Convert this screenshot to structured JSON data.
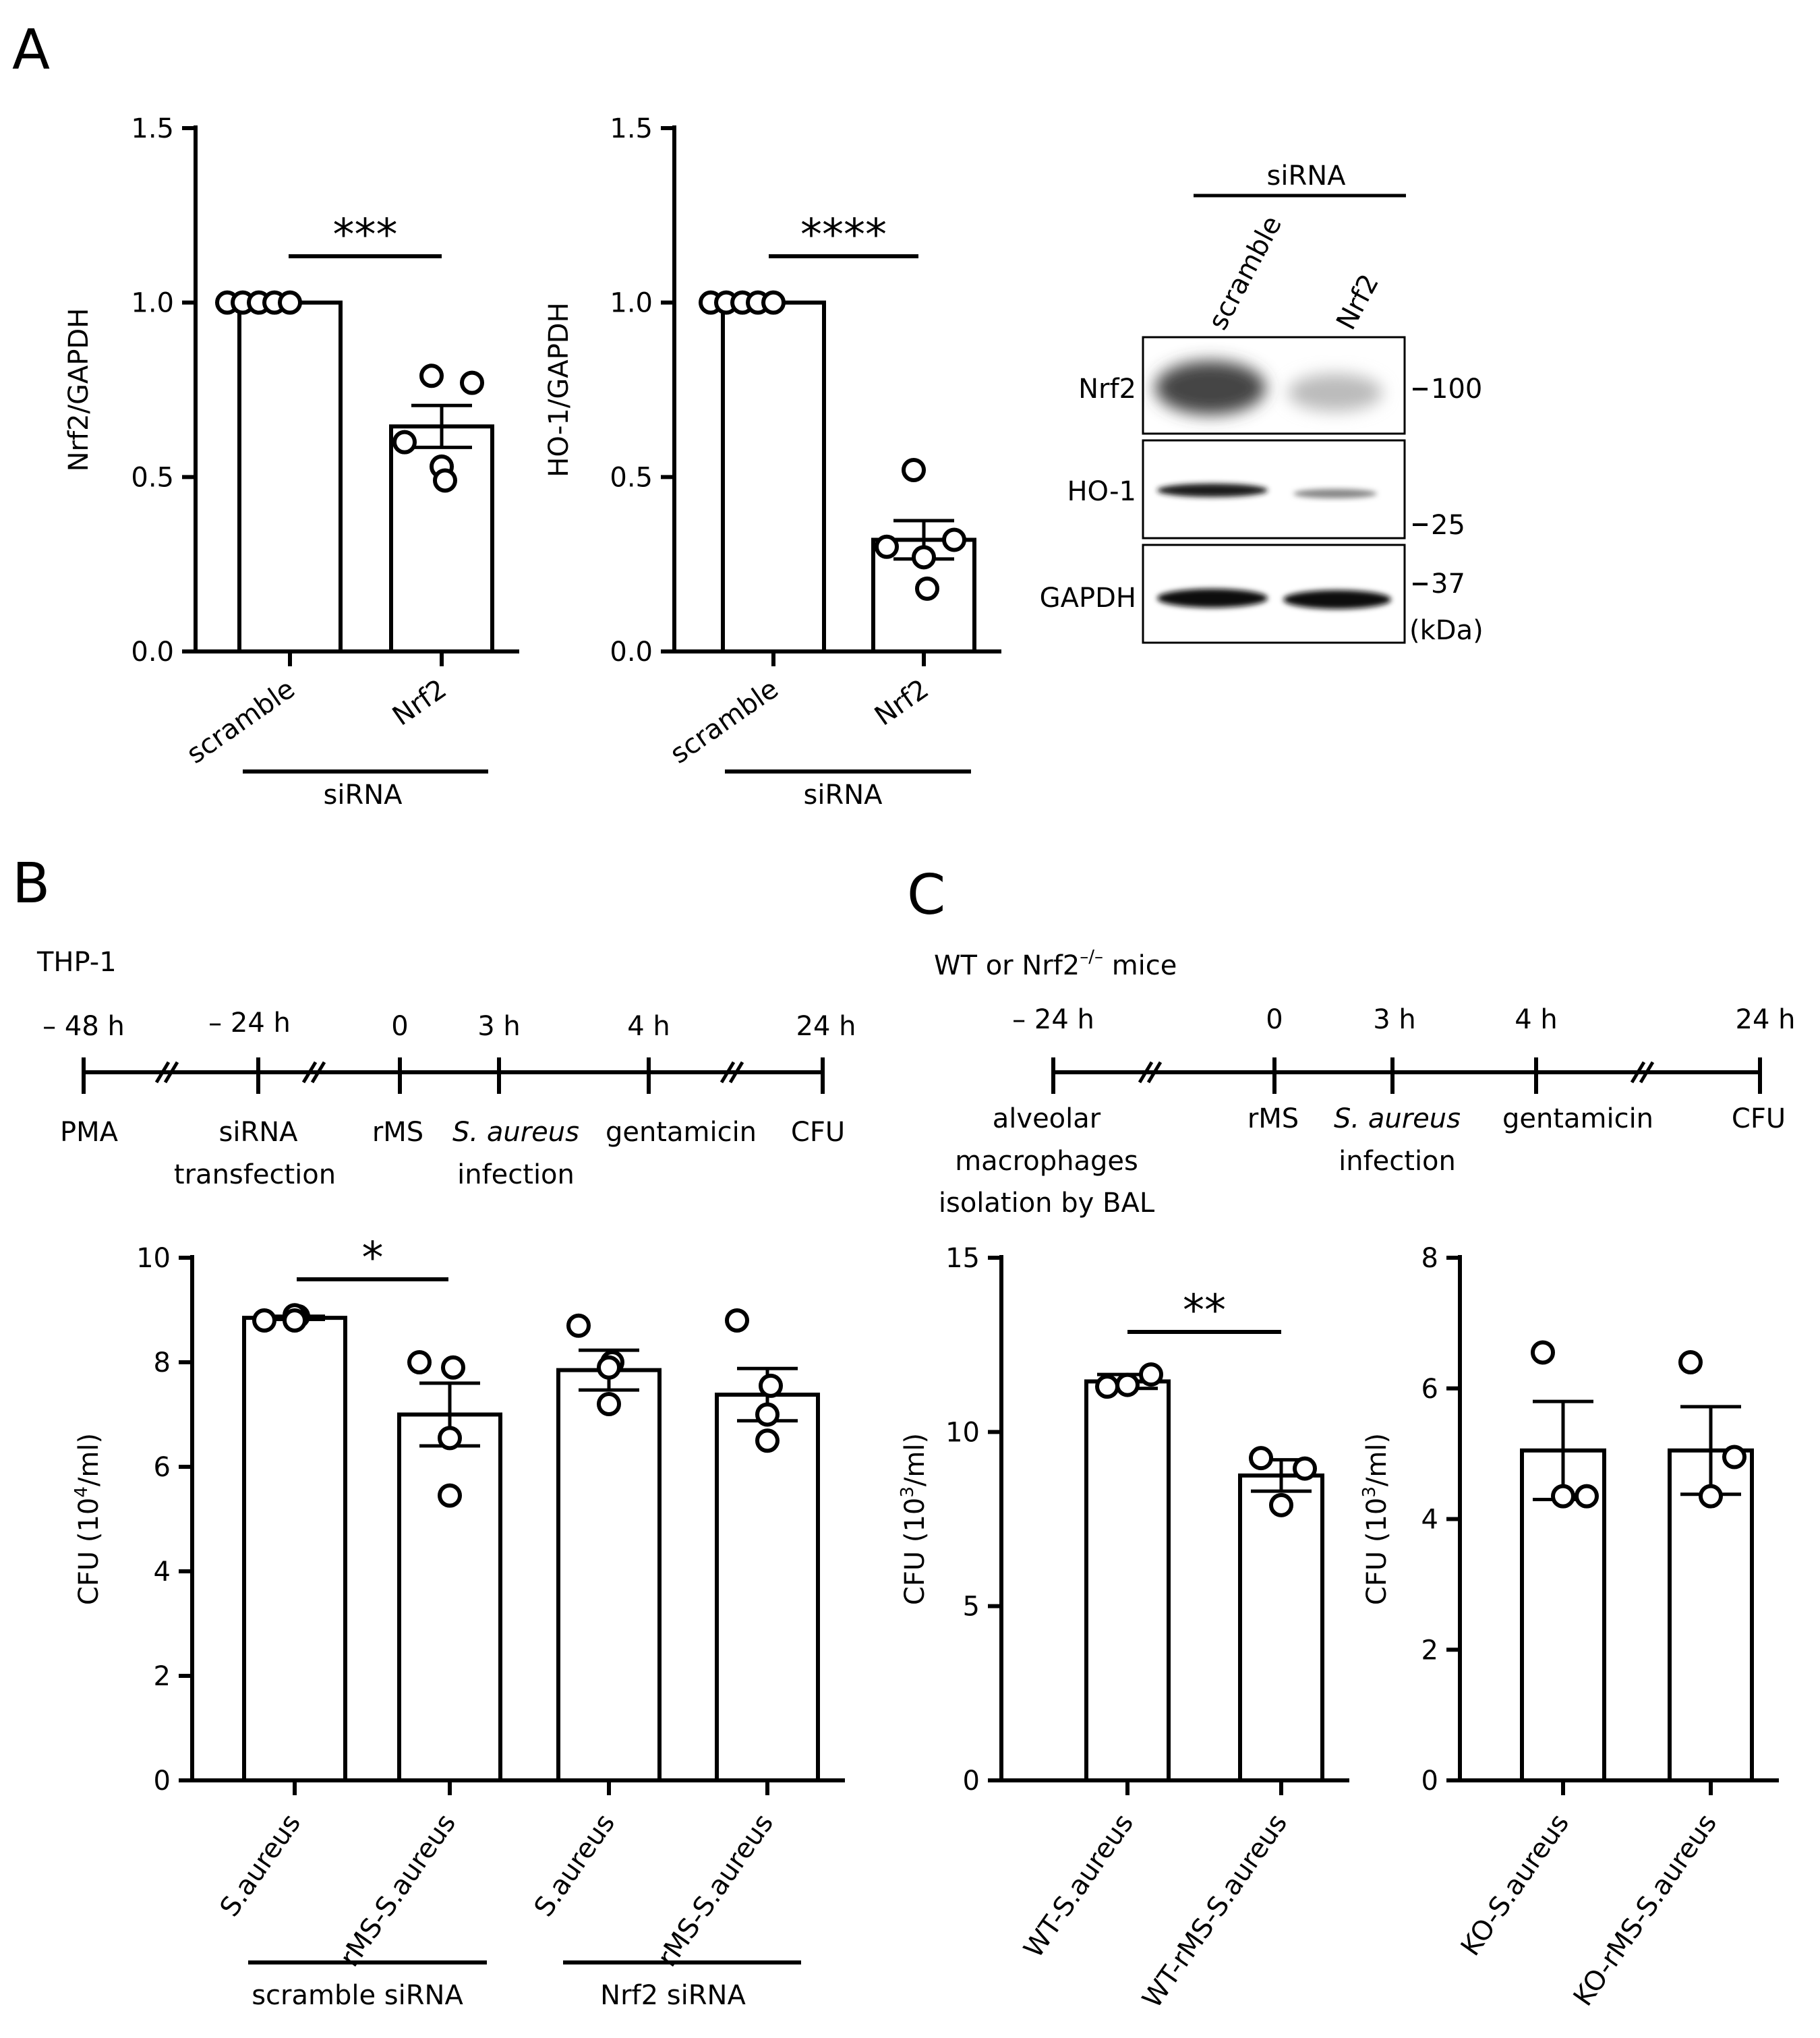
{
  "panels": {
    "a": "A",
    "b": "B",
    "c": "C"
  },
  "significance": {
    "a1": "***",
    "a2": "****",
    "b1": "*",
    "c1": "**"
  },
  "group_labels": {
    "sirna": "siRNA",
    "scramble_sirna": "scramble siRNA",
    "nrf2_sirna": "Nrf2 siRNA"
  },
  "blot": {
    "header": "siRNA",
    "lanes": [
      "scramble",
      "Nrf2"
    ],
    "rows": [
      "Nrf2",
      "HO-1",
      "GAPDH"
    ],
    "markers": [
      "100",
      "25",
      "37"
    ],
    "unit": "(kDa)",
    "colors": {
      "band": "#1a1a1a",
      "frame": "#000000"
    }
  },
  "timeline_b": {
    "cell": "THP-1",
    "times": [
      "– 48 h",
      "– 24 h",
      "0",
      "3 h",
      "4 h",
      "24 h"
    ],
    "events": {
      "pma": "PMA",
      "sirna1": "siRNA",
      "sirna2": "transfection",
      "rms": "rMS",
      "sa1": "S. aureus",
      "sa2": "infection",
      "gent": "gentamicin",
      "cfu": "CFU"
    }
  },
  "timeline_c": {
    "mice_prefix": "WT or Nrf2",
    "mice_sup": "–/–",
    "mice_suffix": " mice",
    "times": [
      "– 24 h",
      "0",
      "3 h",
      "4 h",
      "24 h"
    ],
    "events": {
      "am1": "alveolar",
      "am2": "macrophages",
      "am3": "isolation by BAL",
      "rms": "rMS",
      "sa1": "S. aureus",
      "sa2": "infection",
      "gent": "gentamicin",
      "cfu": "CFU"
    }
  },
  "chart_data": [
    {
      "type": "bar",
      "panel": "A",
      "categories": [
        "scramble",
        "Nrf2"
      ],
      "values": [
        1.0,
        0.645
      ],
      "sem": [
        0.0,
        0.06
      ],
      "points": [
        [
          1.0,
          1.0,
          1.0,
          1.0,
          1.0
        ],
        [
          0.79,
          0.77,
          0.6,
          0.53,
          0.49
        ]
      ],
      "ylabel": "Nrf2/GAPDH",
      "ylim": [
        0,
        1.5
      ],
      "yticks": [
        "0.0",
        "0.5",
        "1.0",
        "1.5"
      ],
      "significance": "***"
    },
    {
      "type": "bar",
      "panel": "A",
      "categories": [
        "scramble",
        "Nrf2"
      ],
      "values": [
        1.0,
        0.32
      ],
      "sem": [
        0.0,
        0.055
      ],
      "points": [
        [
          1.0,
          1.0,
          1.0,
          1.0,
          1.0
        ],
        [
          0.52,
          0.32,
          0.3,
          0.27,
          0.18
        ]
      ],
      "ylabel": "HO-1/GAPDH",
      "ylim": [
        0,
        1.5
      ],
      "yticks": [
        "0.0",
        "0.5",
        "1.0",
        "1.5"
      ],
      "significance": "****"
    },
    {
      "type": "bar",
      "panel": "B",
      "categories": [
        "S.aureus",
        "rMS-S.aureus",
        "S.aureus",
        "rMS-S.aureus"
      ],
      "values": [
        8.85,
        7.0,
        7.85,
        7.38
      ],
      "sem": [
        0.03,
        0.6,
        0.38,
        0.5
      ],
      "points": [
        [
          8.8,
          8.88,
          8.9,
          8.8
        ],
        [
          8.0,
          7.9,
          6.55,
          5.45
        ],
        [
          8.7,
          8.0,
          7.9,
          7.2
        ],
        [
          8.8,
          7.55,
          7.0,
          6.5
        ]
      ],
      "ylabel_main": "CFU (10",
      "ylabel_sup": "4",
      "ylabel_tail": "/ml)",
      "ylim": [
        0,
        10
      ],
      "yticks": [
        "0",
        "2",
        "4",
        "6",
        "8",
        "10"
      ],
      "significance": "*"
    },
    {
      "type": "bar",
      "panel": "C",
      "categories": [
        "WT-S.aureus",
        "WT-rMS-S.aureus"
      ],
      "values": [
        11.45,
        8.75
      ],
      "sem": [
        0.2,
        0.45
      ],
      "points": [
        [
          11.3,
          11.65,
          11.35
        ],
        [
          9.25,
          8.95,
          7.9
        ]
      ],
      "ylabel_main": "CFU (10",
      "ylabel_sup": "3",
      "ylabel_tail": "/ml)",
      "ylim": [
        0,
        15
      ],
      "yticks": [
        "0",
        "5",
        "10",
        "15"
      ],
      "significance": "**"
    },
    {
      "type": "bar",
      "panel": "C",
      "categories": [
        "KO-S.aureus",
        "KO-rMS-S.aureus"
      ],
      "values": [
        5.05,
        5.05
      ],
      "sem": [
        0.75,
        0.67
      ],
      "points": [
        [
          6.55,
          4.35,
          4.35
        ],
        [
          6.4,
          4.95,
          4.35
        ]
      ],
      "ylabel_main": "CFU (10",
      "ylabel_sup": "3",
      "ylabel_tail": "/ml)",
      "ylim": [
        0,
        8
      ],
      "yticks": [
        "0",
        "2",
        "4",
        "6",
        "8"
      ],
      "significance": ""
    }
  ]
}
